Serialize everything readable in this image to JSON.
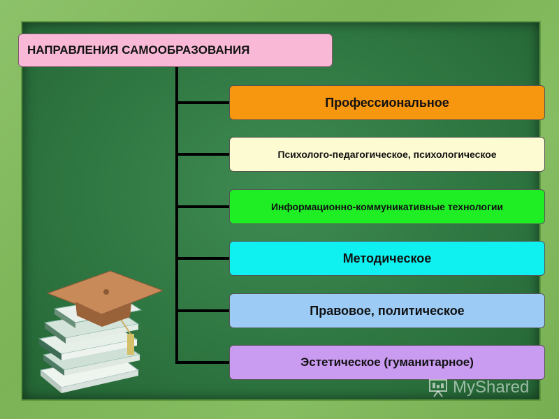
{
  "title": "НАПРАВЛЕНИЯ САМООБРАЗОВАНИЯ",
  "items": [
    {
      "label": "Профессиональное",
      "color": "#f7960f"
    },
    {
      "label": "Психолого-педагогическое, психологическое",
      "color": "#fdfbd2"
    },
    {
      "label": "Информационно-коммуникативные технологии",
      "color": "#1fee25"
    },
    {
      "label": "Методическое",
      "color": "#0ff0f0"
    },
    {
      "label": "Правовое, политическое",
      "color": "#9cccf6"
    },
    {
      "label": "Эстетическое (гуманитарное)",
      "color": "#c99bf1"
    }
  ],
  "watermark": "MyShared",
  "icons": {
    "decoration": "books-with-graduation-cap-icon",
    "watermark_logo": "presentation-board-icon"
  }
}
